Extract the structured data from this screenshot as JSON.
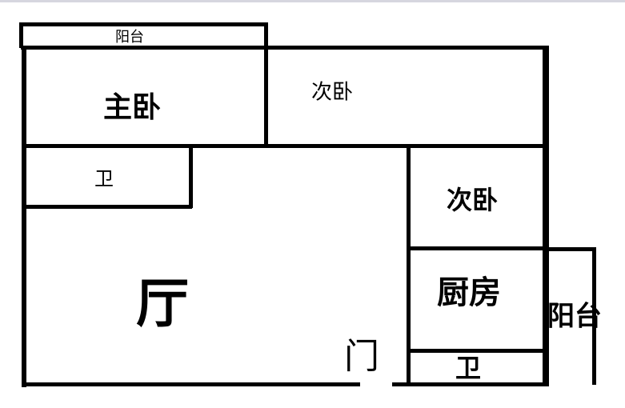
{
  "plan": {
    "rooms": [
      {
        "id": "balcony-top",
        "label": "阳台"
      },
      {
        "id": "master-bedroom",
        "label": "主卧"
      },
      {
        "id": "second-bedroom-top",
        "label": "次卧"
      },
      {
        "id": "bathroom-left",
        "label": "卫"
      },
      {
        "id": "second-bedroom-right",
        "label": "次卧"
      },
      {
        "id": "living-room",
        "label": "厅"
      },
      {
        "id": "kitchen",
        "label": "厨房"
      },
      {
        "id": "bathroom-bottom",
        "label": "卫"
      },
      {
        "id": "balcony-right",
        "label": "阳台"
      }
    ],
    "door": {
      "label": "门"
    },
    "colors": {
      "wall": "#000000",
      "background": "#ffffff",
      "top_border": "#d6d6df"
    }
  }
}
